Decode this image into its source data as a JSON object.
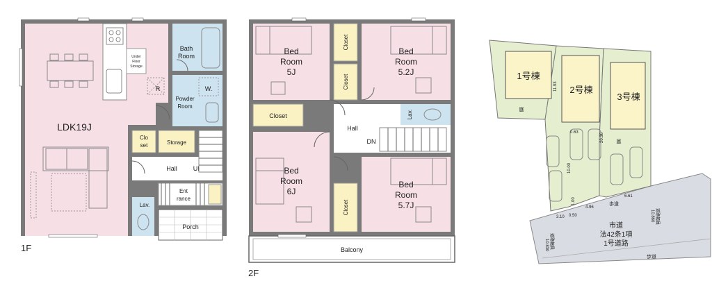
{
  "floor1": {
    "label": "1F",
    "rooms": {
      "ldk": "LDK19J",
      "bath": [
        "Bath",
        "Room"
      ],
      "powder": [
        "Powder",
        "Room"
      ],
      "w": "W.",
      "underfloor": [
        "Under",
        "Floor",
        "Storage"
      ],
      "r": "R",
      "closet": [
        "Clo",
        "set"
      ],
      "storage": "Storage",
      "hall": "Hall",
      "up": "UP",
      "entrance": [
        "Ent",
        "rance"
      ],
      "lav": "Lav.",
      "porch": "Porch"
    }
  },
  "floor2": {
    "label": "2F",
    "rooms": {
      "bed1": [
        "Bed",
        "Room",
        "5J"
      ],
      "bed2": [
        "Bed",
        "Room",
        "5.2J"
      ],
      "bed3": [
        "Bed",
        "Room",
        "6J"
      ],
      "bed4": [
        "Bed",
        "Room",
        "5.7J"
      ],
      "closet_a": "Closet",
      "closet_b": "Closet",
      "closet_c": "Closet",
      "closet_d": "Closet",
      "hall": "Hall",
      "dn": "DN",
      "lav": "Lav.",
      "balcony": "Balcony"
    }
  },
  "site": {
    "buildings": [
      "1号棟",
      "2号棟",
      "3号棟"
    ],
    "garden1": "庭",
    "garden3": "庭",
    "road": [
      "市道",
      "法42条1項",
      "1号道路"
    ],
    "sidewalk1": "歩道",
    "sidewalk2": "歩道",
    "road_width1": [
      "道路幅員",
      "10.830"
    ],
    "road_width2": [
      "道路幅員",
      "10.860"
    ],
    "dims": [
      "11.93",
      "0.63",
      "20.36",
      "10.00",
      "1.00",
      "3.10",
      "0.50",
      "4.96",
      "6.61"
    ]
  }
}
